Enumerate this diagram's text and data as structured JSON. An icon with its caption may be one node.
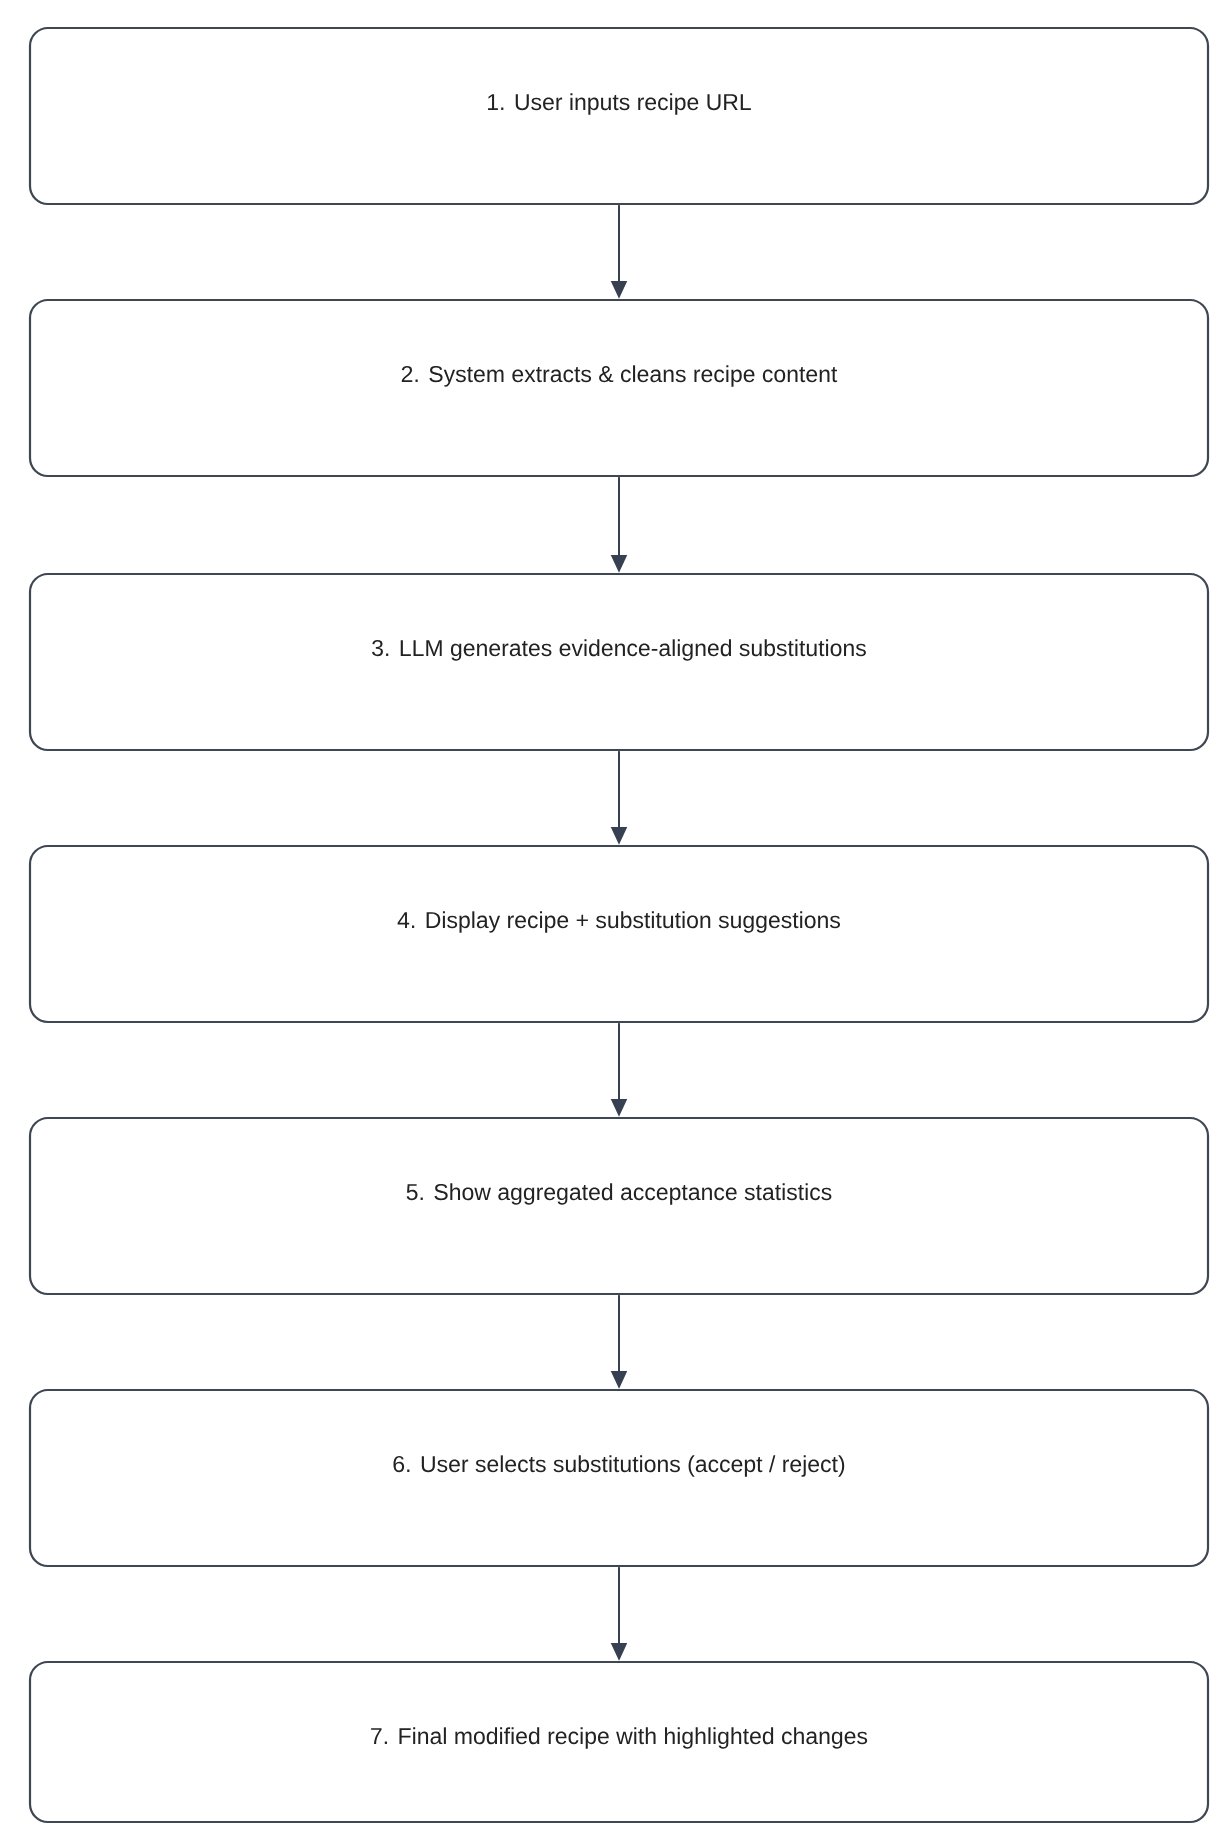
{
  "diagram": {
    "nodes": [
      {
        "text": [
          "1. User inputs recipe URL"
        ]
      },
      {
        "text": [
          "2. System extracts & cleans recipe content"
        ]
      },
      {
        "text": [
          "3. LLM generates evidence-aligned substitutions"
        ]
      },
      {
        "text": [
          "4. Display recipe + substitution suggestions"
        ]
      },
      {
        "text": [
          "5. Show aggregated acceptance statistics"
        ]
      },
      {
        "text": [
          "6. User selects substitutions (accept / reject)"
        ]
      },
      {
        "text": [
          "7. Final modified recipe with highlighted changes"
        ]
      }
    ],
    "edges": [
      {
        "from": 0,
        "to": 1,
        "arrow": "to"
      },
      {
        "from": 1,
        "to": 2,
        "arrow": "to"
      },
      {
        "from": 2,
        "to": 3,
        "arrow": "to"
      },
      {
        "from": 3,
        "to": 4,
        "arrow": "to"
      },
      {
        "from": 4,
        "to": 5,
        "arrow": "to"
      },
      {
        "from": 5,
        "to": 6,
        "arrow": "to"
      }
    ]
  }
}
